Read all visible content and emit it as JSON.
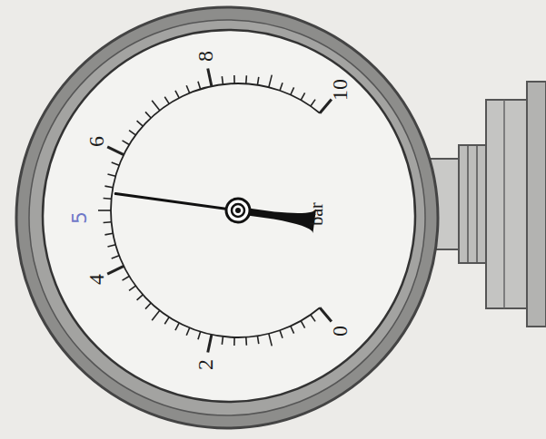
{
  "diagram": {
    "labels": [
      "0",
      "2",
      "4",
      "6",
      "8",
      "10",
      "bar",
      "5"
    ]
  }
}
